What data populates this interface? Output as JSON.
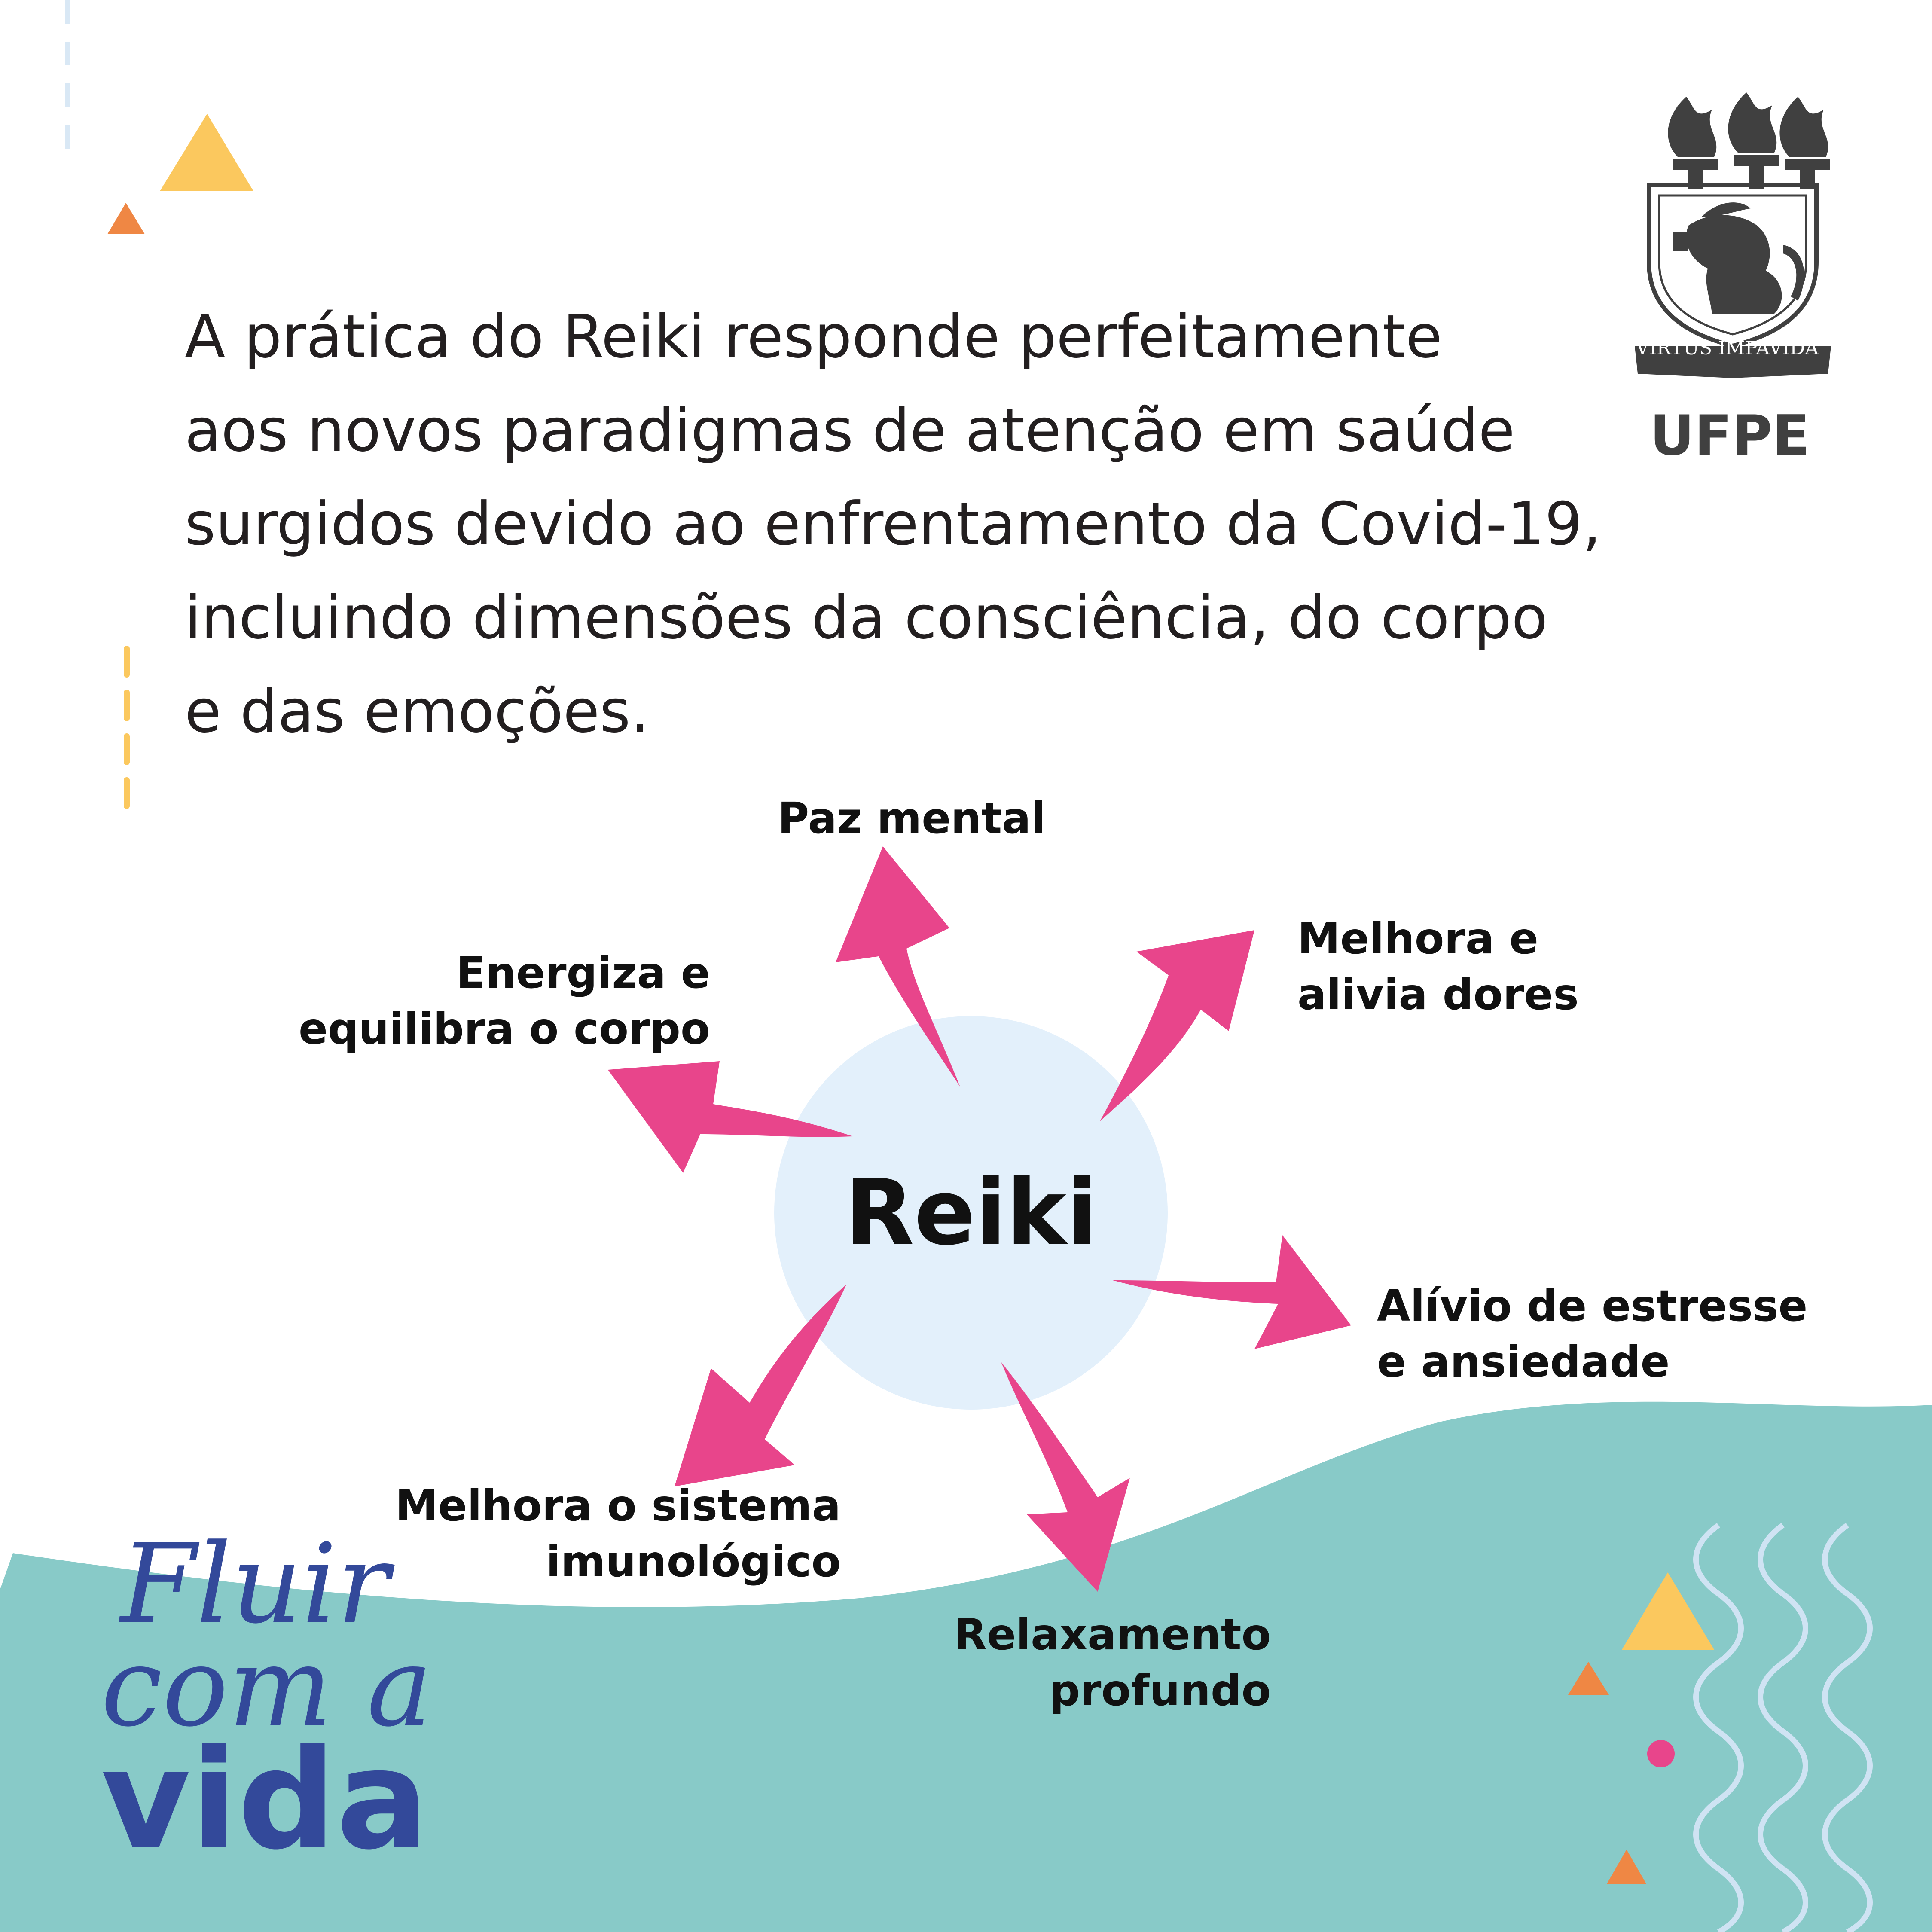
{
  "intro_text": "A prática do Reiki responde perfeitamente\naos novos paradigmas de atenção em saúde\nsurgidos devido ao enfrentamento da Covid-19,\nincluindo dimensões da consciência, do corpo\ne das emoções.",
  "logo": {
    "motto": "VIRTUS IMPAVIDA",
    "name": "UFPE"
  },
  "diagram": {
    "center": "Reiki",
    "benefits": [
      "Paz mental",
      "Melhora e\nalivia dores",
      "Alívio de estresse\ne ansiedade",
      "Relaxamento\nprofundo",
      "Melhora o sistema\nimunológico",
      "Energiza e\nequilibra o corpo"
    ]
  },
  "brand": {
    "line1": "Fluir",
    "line2": "com a",
    "line3": "vida"
  },
  "colors": {
    "arrow": "#e8458b",
    "center_circle": "#e3f0fb",
    "wave": "#88cac8",
    "brand": "#33499a",
    "triangle_yellow": "#fbc85e",
    "triangle_orange": "#ef8744",
    "dot_pink": "#e8458b",
    "squiggle": "#cfe3f3",
    "text": "#231f20"
  }
}
